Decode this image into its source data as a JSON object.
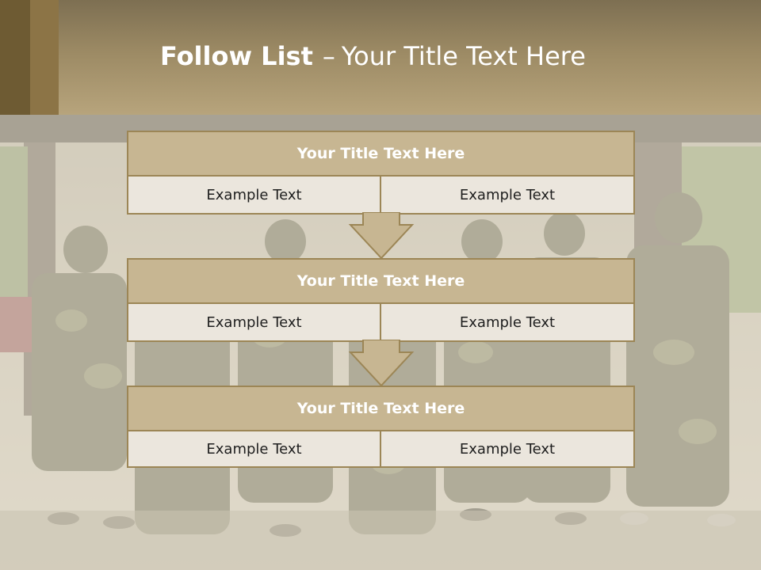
{
  "slide": {
    "title_bold": "Follow List",
    "title_dash": "–",
    "title_rest": "Your Title Text Here"
  },
  "steps": [
    {
      "title": "Your Title Text Here",
      "left": "Example Text",
      "right": "Example Text"
    },
    {
      "title": "Your Title Text Here",
      "left": "Example Text",
      "right": "Example Text"
    },
    {
      "title": "Your Title Text Here",
      "left": "Example Text",
      "right": "Example Text"
    }
  ],
  "colors": {
    "header": "#9c8a64",
    "box_title_fill": "#c7b692",
    "box_border": "#9c8656",
    "cell_fill": "#ebe6dd"
  }
}
